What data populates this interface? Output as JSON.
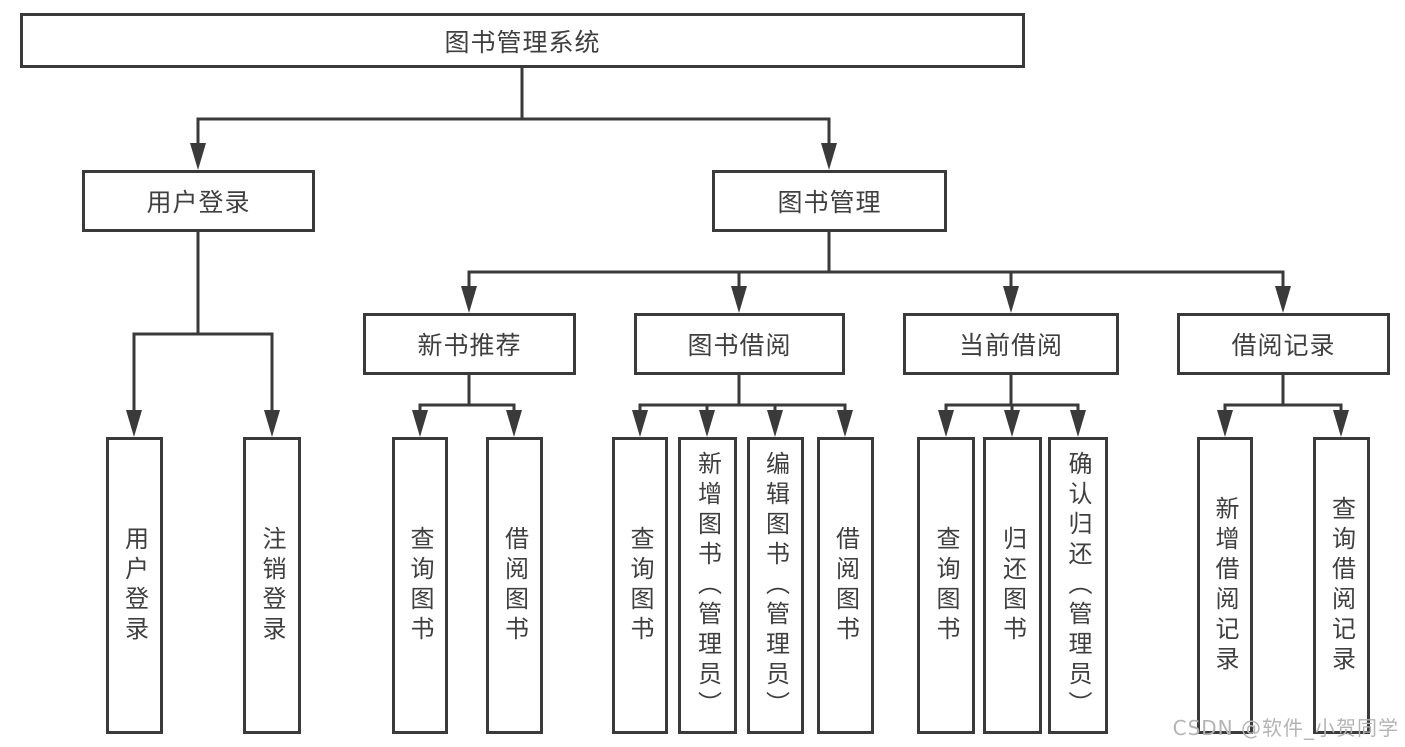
{
  "colors": {
    "line": "#3a3a3a",
    "box_border": "#3a3a3a",
    "text": "#3f3f3f",
    "watermark": "#b4b4b4",
    "background": "#ffffff"
  },
  "watermark": {
    "text": "CSDN @软件_小贺同学"
  },
  "tree": {
    "root": {
      "label": "图书管理系统"
    },
    "branches": [
      {
        "label": "用户登录",
        "children": [
          {
            "label": "用户登录"
          },
          {
            "label": "注销登录"
          }
        ]
      },
      {
        "label": "图书管理",
        "children": [
          {
            "label": "新书推荐",
            "children": [
              {
                "label": "查询图书"
              },
              {
                "label": "借阅图书"
              }
            ]
          },
          {
            "label": "图书借阅",
            "children": [
              {
                "label": "查询图书"
              },
              {
                "label": "新增图书（管理员）"
              },
              {
                "label": "编辑图书（管理员）"
              },
              {
                "label": "借阅图书"
              }
            ]
          },
          {
            "label": "当前借阅",
            "children": [
              {
                "label": "查询图书"
              },
              {
                "label": "归还图书"
              },
              {
                "label": "确认归还（管理员）"
              }
            ]
          },
          {
            "label": "借阅记录",
            "children": [
              {
                "label": "新增借阅记录"
              },
              {
                "label": "查询借阅记录"
              }
            ]
          }
        ]
      }
    ]
  }
}
